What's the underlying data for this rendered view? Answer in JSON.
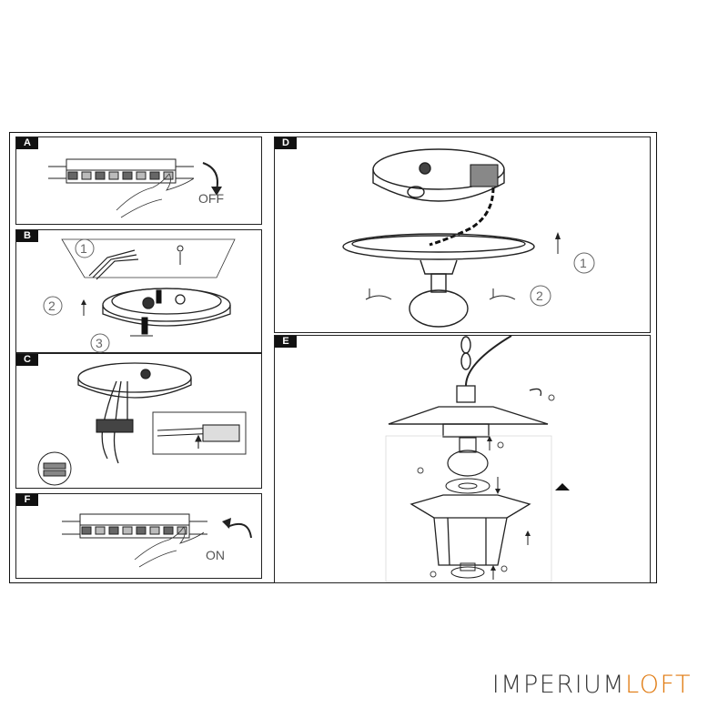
{
  "panels": {
    "a": {
      "tag": "A",
      "state_label": "OFF"
    },
    "b": {
      "tag": "B",
      "steps": [
        "1",
        "2",
        "3"
      ]
    },
    "c": {
      "tag": "C"
    },
    "d": {
      "tag": "D",
      "steps": [
        "1",
        "2"
      ]
    },
    "e": {
      "tag": "E"
    },
    "f": {
      "tag": "F",
      "state_label": "ON"
    }
  },
  "brand": {
    "part1": "IMPERIUM",
    "part2": "LOFT"
  },
  "colors": {
    "ink": "#111111",
    "brand_gray": "#3a3a3a",
    "brand_orange": "#e07a10"
  }
}
